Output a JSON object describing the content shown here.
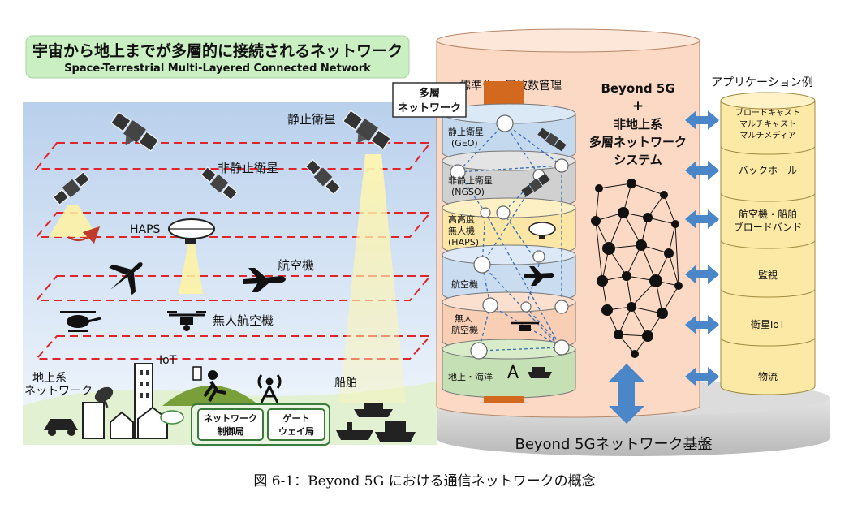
{
  "title": {
    "jp": "宇宙から地上までが多層的に接続されるネットワーク",
    "en": "Space-Terrestrial Multi-Layered Connected Network"
  },
  "left_labels": {
    "geo_sat": "静止衛星",
    "ngso_sat": "非静止衛星",
    "haps": "HAPS",
    "aircraft": "航空機",
    "drone": "無人航空機",
    "terrestrial_1": "地上系",
    "terrestrial_2": "ネットワーク",
    "iot": "IoT",
    "ship": "船舶",
    "control_1": "ネットワーク",
    "control_2": "制御局",
    "gateway_1": "ゲート",
    "gateway_2": "ウェイ局"
  },
  "stack": {
    "header": "標準化・周波数管理",
    "callout_1": "多層",
    "callout_2": "ネットワーク",
    "layers": [
      {
        "line1": "静止衛星",
        "line2": "(GEO)",
        "line3": "",
        "color": "#c5d9ee"
      },
      {
        "line1": "非静止衛星",
        "line2": "(NGSO)",
        "line3": "",
        "color": "#d0d0d0"
      },
      {
        "line1": "高高度",
        "line2": "無人機",
        "line3": "(HAPS)",
        "color": "#fbe6a6"
      },
      {
        "line1": "航空機",
        "line2": "",
        "line3": "",
        "color": "#c9dcf0"
      },
      {
        "line1": "無人",
        "line2": "航空機",
        "line3": "",
        "color": "#f8cfb4"
      },
      {
        "line1": "地上・海洋",
        "line2": "",
        "line3": "",
        "color": "#c5e0b4"
      }
    ],
    "system_1": "Beyond 5G",
    "system_2": "+",
    "system_3": "非地上系",
    "system_4": "多層ネットワーク",
    "system_5": "システム",
    "base": "Beyond 5Gネットワーク基盤"
  },
  "applications": {
    "heading": "アプリケーション例",
    "items": [
      {
        "line1": "ブロードキャスト",
        "line2": "マルチキャスト",
        "line3": "マルチメディア"
      },
      {
        "line1": "バックホール",
        "line2": "",
        "line3": ""
      },
      {
        "line1": "航空機・船舶",
        "line2": "ブロードバンド",
        "line3": ""
      },
      {
        "line1": "監視",
        "line2": "",
        "line3": ""
      },
      {
        "line1": "衛星IoT",
        "line2": "",
        "line3": ""
      },
      {
        "line1": "物流",
        "line2": "",
        "line3": ""
      }
    ]
  },
  "caption": "図 6-1：Beyond 5G における通信ネットワークの概念",
  "colors": {
    "sky_top": "#bcd3ee",
    "sky_bottom": "#f1f7fc",
    "salmon": "#fbd9c4",
    "cylinder_gold": "#fde9a6",
    "arrow_blue": "#4a86c8",
    "plane_dashes": "#e0242a"
  }
}
